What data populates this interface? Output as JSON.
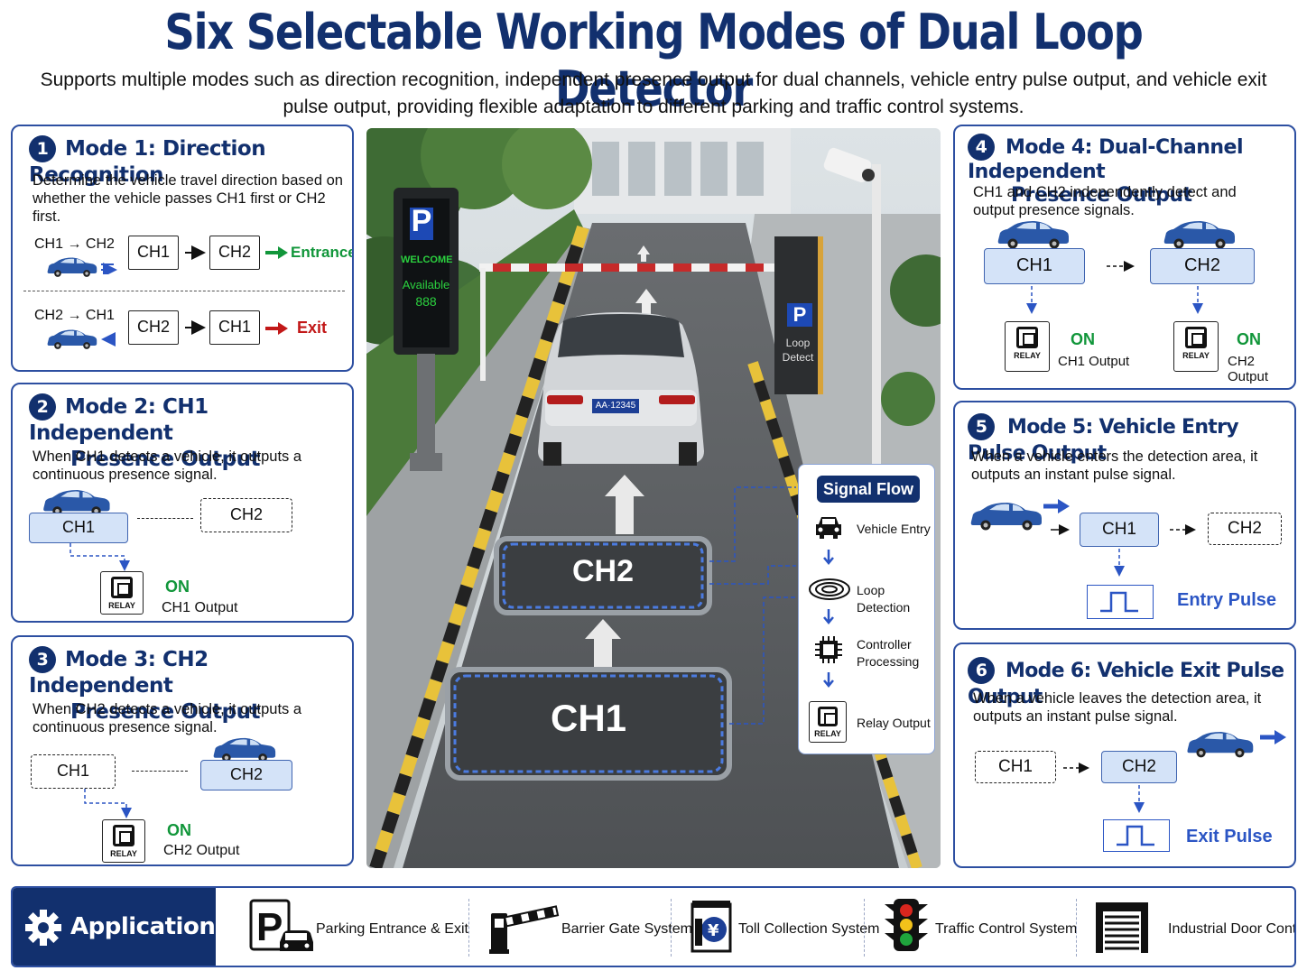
{
  "header": {
    "title": "Six Selectable Working Modes of Dual Loop Detector",
    "subtitle": "Supports multiple modes such as direction recognition, independent presence output for dual channels, vehicle entry pulse output, and vehicle exit pulse output, providing flexible adaptation to different parking and traffic control systems."
  },
  "modes": [
    {
      "num": "1",
      "title": "Mode 1:  Direction Recognition",
      "desc": "Determine the vehicle travel direction based on whether the vehicle passes CH1 first or CH2 first.",
      "row1_label": "CH1 → CH2",
      "row1_from": "CH1",
      "row1_to": "CH2",
      "row1_result": "Entrance",
      "row2_label": "CH2 → CH1",
      "row2_from": "CH2",
      "row2_to": "CH1",
      "row2_result": "Exit"
    },
    {
      "num": "2",
      "title_line1": "Mode 2:  CH1 Independent",
      "title_line2": "Presence Output",
      "desc": "When CH1 detects a vehicle, it outputs a continuous presence signal.",
      "active": "CH1",
      "idle": "CH2",
      "on": "ON",
      "output": "CH1 Output",
      "relay": "RELAY"
    },
    {
      "num": "3",
      "title_line1": "Mode 3:  CH2 Independent",
      "title_line2": "Presence Output",
      "desc": "When CH2 detects a vehicle, it outputs a continuous presence signal.",
      "idle": "CH1",
      "active": "CH2",
      "on": "ON",
      "output": "CH2 Output",
      "relay": "RELAY"
    },
    {
      "num": "4",
      "title_line1": "Mode 4:  Dual-Channel Independent",
      "title_line2": "Presence Output",
      "desc": "CH1 and CH2 independently detect and output presence signals.",
      "ch_a": "CH1",
      "ch_b": "CH2",
      "on_a": "ON",
      "on_b": "ON",
      "out_a": "CH1 Output",
      "out_b": "CH2 Output",
      "relay": "RELAY"
    },
    {
      "num": "5",
      "title": "Mode 5:  Vehicle Entry Pulse Output",
      "desc": "When a vehicle enters the detection area, it outputs an instant pulse signal.",
      "active": "CH1",
      "idle": "CH2",
      "pulse": "Entry Pulse"
    },
    {
      "num": "6",
      "title": "Mode 6:  Vehicle Exit Pulse Output",
      "desc": "When a vehicle leaves the detection area, it outputs an instant pulse signal.",
      "idle": "CH1",
      "active": "CH2",
      "pulse": "Exit Pulse"
    }
  ],
  "scene": {
    "sign_p": "P",
    "sign_welcome": "WELCOME",
    "sign_available": "Available",
    "sign_count": "888",
    "kiosk_p": "P",
    "kiosk_label_1": "Loop",
    "kiosk_label_2": "Detect",
    "plate": "AA·12345",
    "loop_ch2": "CH2",
    "loop_ch1": "CH1"
  },
  "signal_flow": {
    "title": "Signal Flow",
    "steps": [
      "Vehicle Entry",
      "Loop Detection",
      "Controller Processing",
      "Relay Output"
    ],
    "relay": "RELAY"
  },
  "applications": {
    "title": "Applications:",
    "items": [
      "Parking Entrance & Exit",
      "Barrier Gate System",
      "Toll Collection System",
      "Traffic Control System",
      "Industrial Door Control"
    ]
  },
  "colors": {
    "navy": "#12306e",
    "accent_blue": "#2b55c4",
    "green": "#11963a",
    "red": "#c21818",
    "box_blue": "#d4e3f8"
  }
}
